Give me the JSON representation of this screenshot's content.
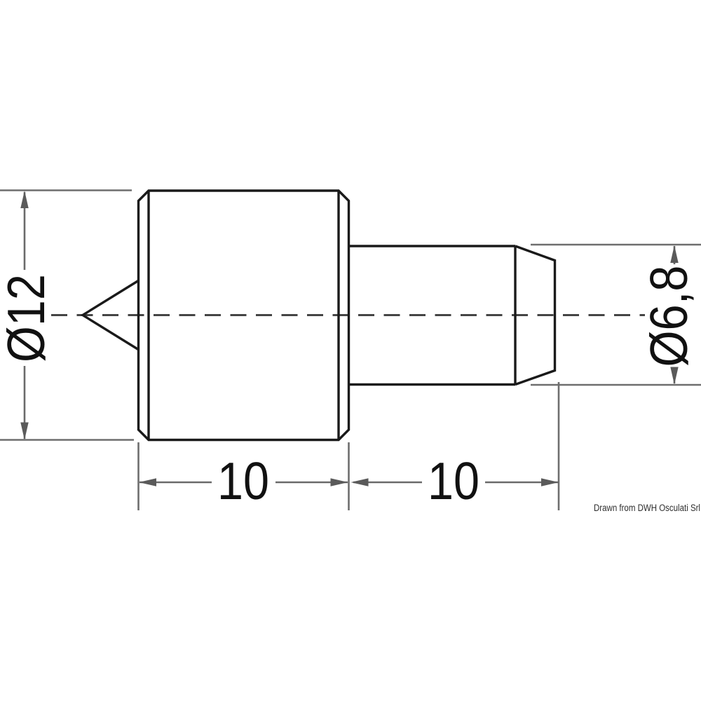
{
  "drawing": {
    "credit_text": "Drawn from DWH Osculati Srl",
    "labels": {
      "large_diameter": "Ø12",
      "small_diameter": "Ø6,8",
      "body_length": "10",
      "shaft_length": "10"
    },
    "values": {
      "large_diameter_mm": 12,
      "small_diameter_mm": 6.8,
      "body_length_mm": 10,
      "shaft_length_mm": 10
    },
    "colors": {
      "outline": "#1a1a1a",
      "dimension_lines": "#6a6a6a",
      "extension_lines": "#6e6e6e",
      "arrows": "#5a5a5a",
      "centerline": "#454545",
      "label_text": "#111111",
      "credit_text": "#2e2e2e",
      "background": "#ffffff"
    }
  }
}
